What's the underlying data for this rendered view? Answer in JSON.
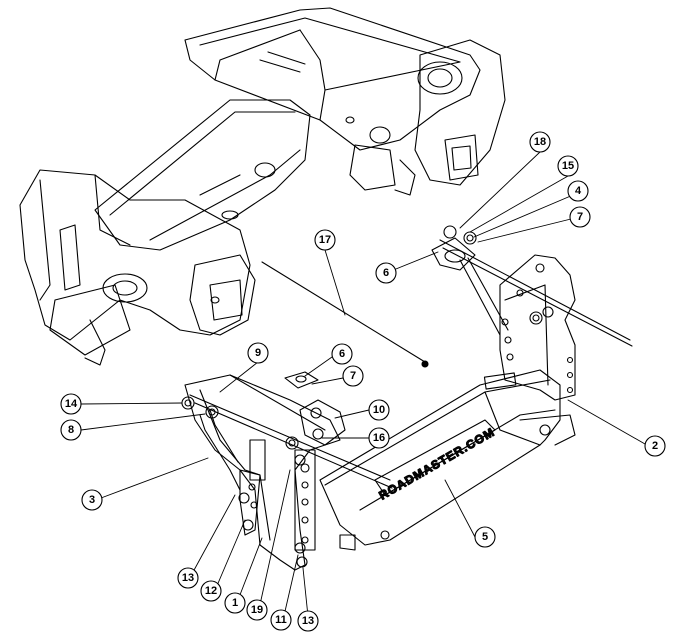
{
  "drawing": {
    "type": "exploded-assembly",
    "subject": "tow bar baseplate mounting assembly on vehicle frame",
    "line_color": "#000000",
    "background": "#ffffff"
  },
  "logo_text": "ROADMASTER.COM",
  "callouts": [
    {
      "label": "18"
    },
    {
      "label": "15"
    },
    {
      "label": "4"
    },
    {
      "label": "7"
    },
    {
      "label": "6"
    },
    {
      "label": "17"
    },
    {
      "label": "6"
    },
    {
      "label": "7"
    },
    {
      "label": "9"
    },
    {
      "label": "14"
    },
    {
      "label": "8"
    },
    {
      "label": "10"
    },
    {
      "label": "16"
    },
    {
      "label": "3"
    },
    {
      "label": "2"
    },
    {
      "label": "5"
    },
    {
      "label": "13"
    },
    {
      "label": "12"
    },
    {
      "label": "1"
    },
    {
      "label": "19"
    },
    {
      "label": "11"
    },
    {
      "label": "13"
    }
  ]
}
